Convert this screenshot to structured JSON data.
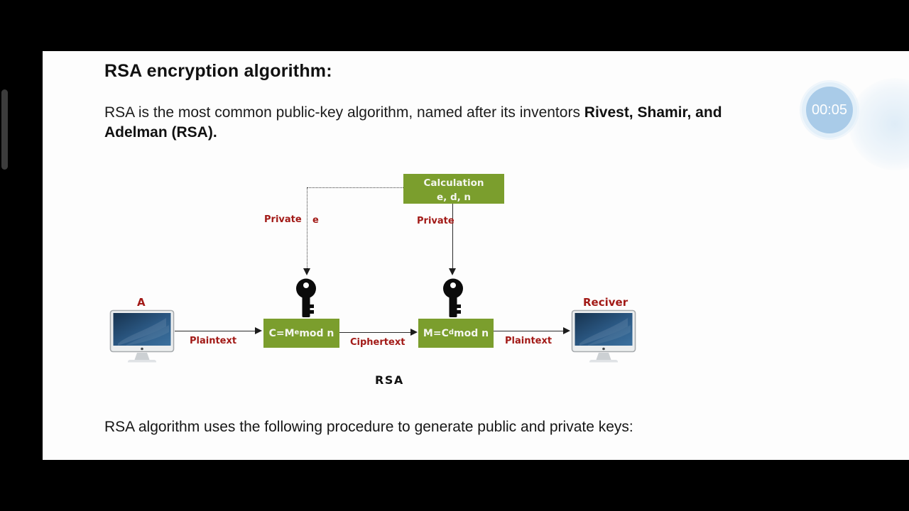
{
  "header": {
    "title": "RSA encryption algorithm:"
  },
  "intro": {
    "regular": "RSA is the most common public-key algorithm, named after its inventors ",
    "bold_line1": "Rivest, Shamir, and",
    "bold_line2": "Adelman (RSA)."
  },
  "timer": {
    "value": "00:05"
  },
  "diagram": {
    "calc_box": {
      "line1": "Calculation",
      "line2": "e, d, n"
    },
    "private_left": "Private",
    "exponent_e": "e",
    "private_right": "Private",
    "sender_label": "A",
    "receiver_label": "Reciver",
    "encrypt_box": {
      "prefix": "C=M",
      "sup": "e",
      "suffix": "mod n"
    },
    "decrypt_box": {
      "prefix": "M=C",
      "sup": "d",
      "suffix": "mod n"
    },
    "plaintext_label_1": "Plaintext",
    "ciphertext_label": "Ciphertext",
    "plaintext_label_2": "Plaintext",
    "caption": "RSA"
  },
  "footer": {
    "text": "RSA algorithm uses the following procedure to generate public and private keys:"
  },
  "colors": {
    "accent_green": "#7b9e2d",
    "label_red": "#a21a17",
    "timer_blue": "#a9cbe8",
    "slide_bg": "#fdfdfd",
    "letterbox": "#000000"
  }
}
